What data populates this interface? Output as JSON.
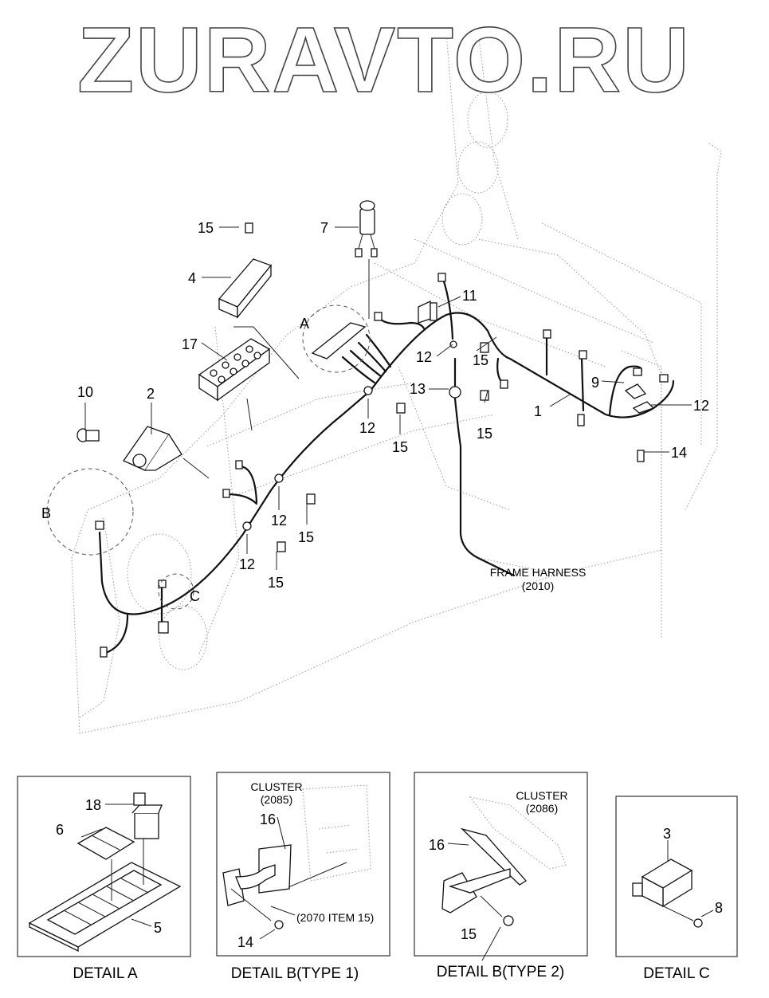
{
  "watermark": "ZURAVTO.RU",
  "main_diagram": {
    "callouts": {
      "c1": "1",
      "c2": "2",
      "c4": "4",
      "c7": "7",
      "c9": "9",
      "c10": "10",
      "c11": "11",
      "c12a": "12",
      "c12b": "12",
      "c12c": "12",
      "c12d": "12",
      "c12e": "12",
      "c13": "13",
      "c14": "14",
      "c15a": "15",
      "c15b": "15",
      "c15c": "15",
      "c15d": "15",
      "c15e": "15",
      "c15f": "15",
      "c17": "17"
    },
    "detail_markers": {
      "a": "A",
      "b": "B",
      "c": "C"
    },
    "frame_harness": {
      "line1": "FRAME HARNESS",
      "line2": "(2010)"
    }
  },
  "details": [
    {
      "caption": "DETAIL  A",
      "callouts": {
        "c18": "18",
        "c6": "6",
        "c5": "5"
      }
    },
    {
      "caption": "DETAIL  B(TYPE 1)",
      "note_title": "CLUSTER",
      "note_ref": "(2085)",
      "ref_note": "(2070 ITEM 15)",
      "callouts": {
        "c16": "16",
        "c14": "14"
      }
    },
    {
      "caption": "DETAIL  B(TYPE 2)",
      "note_title": "CLUSTER",
      "note_ref": "(2086)",
      "callouts": {
        "c16": "16",
        "c15": "15"
      }
    },
    {
      "caption": "DETAIL  C",
      "callouts": {
        "c3": "3",
        "c8": "8"
      }
    }
  ]
}
